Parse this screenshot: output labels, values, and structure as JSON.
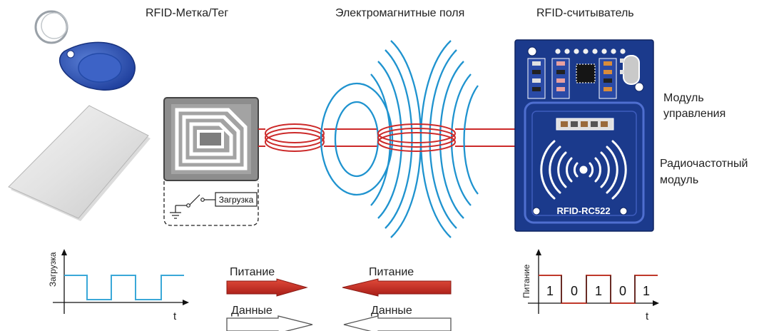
{
  "titles": {
    "tag": "RFID-Метка/Тег",
    "fields": "Электромагнитные поля",
    "reader": "RFID-считыватель"
  },
  "reader_labels": {
    "control_line1": "Модуль",
    "control_line2": "управления",
    "radio_line1": "Радиочастотный",
    "radio_line2": "модуль",
    "board_name": "RFID-RC522"
  },
  "tag_circuit": {
    "load_label": "Загрузка"
  },
  "arrows": {
    "power_left": "Питание",
    "power_right": "Питание",
    "data_left": "Данные",
    "data_right": "Данные"
  },
  "load_chart": {
    "y_label": "Загрузка",
    "x_label": "t"
  },
  "power_chart": {
    "y_label": "Питание",
    "x_label": "t",
    "bits": [
      "1",
      "0",
      "1",
      "0",
      "1"
    ]
  },
  "colors": {
    "coil_red": "#cc2a2a",
    "field_blue": "#1f93cf",
    "board_blue": "#1b3a8c",
    "signal_cyan": "#3aa8d8",
    "signal_red": "#c0392b"
  }
}
